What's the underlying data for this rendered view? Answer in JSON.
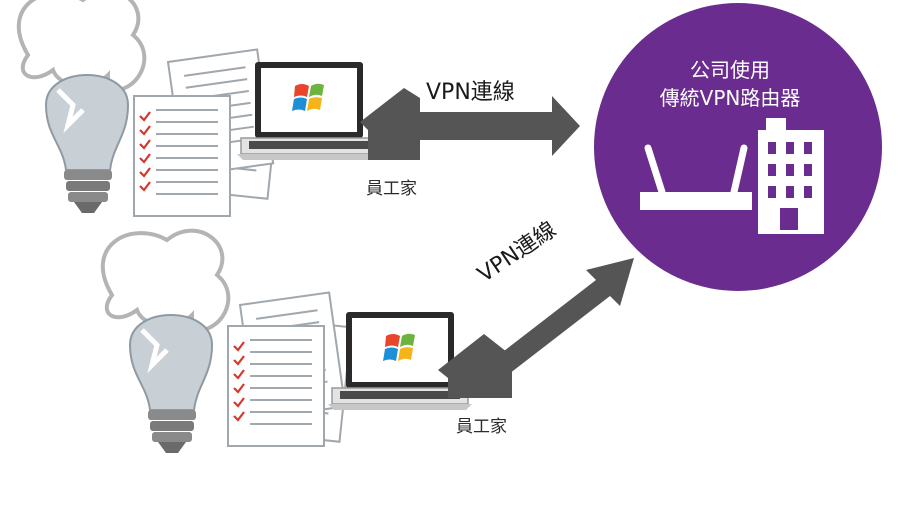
{
  "labels": {
    "vpn_top": "VPN連線",
    "vpn_bottom": "VPN連線",
    "employee_home_top": "員工家",
    "employee_home_bottom": "員工家",
    "company_line1": "公司使用",
    "company_line2": "傳統VPN路由器"
  },
  "colors": {
    "circle": "#6a2d8f",
    "arrow": "#555555",
    "bulb": "#c8d0d6",
    "checkmark": "#d9362b"
  },
  "icons": [
    "lightbulb-icon",
    "document-icon",
    "laptop-icon",
    "windows-logo-icon",
    "house-icon",
    "router-icon",
    "office-building-icon"
  ]
}
